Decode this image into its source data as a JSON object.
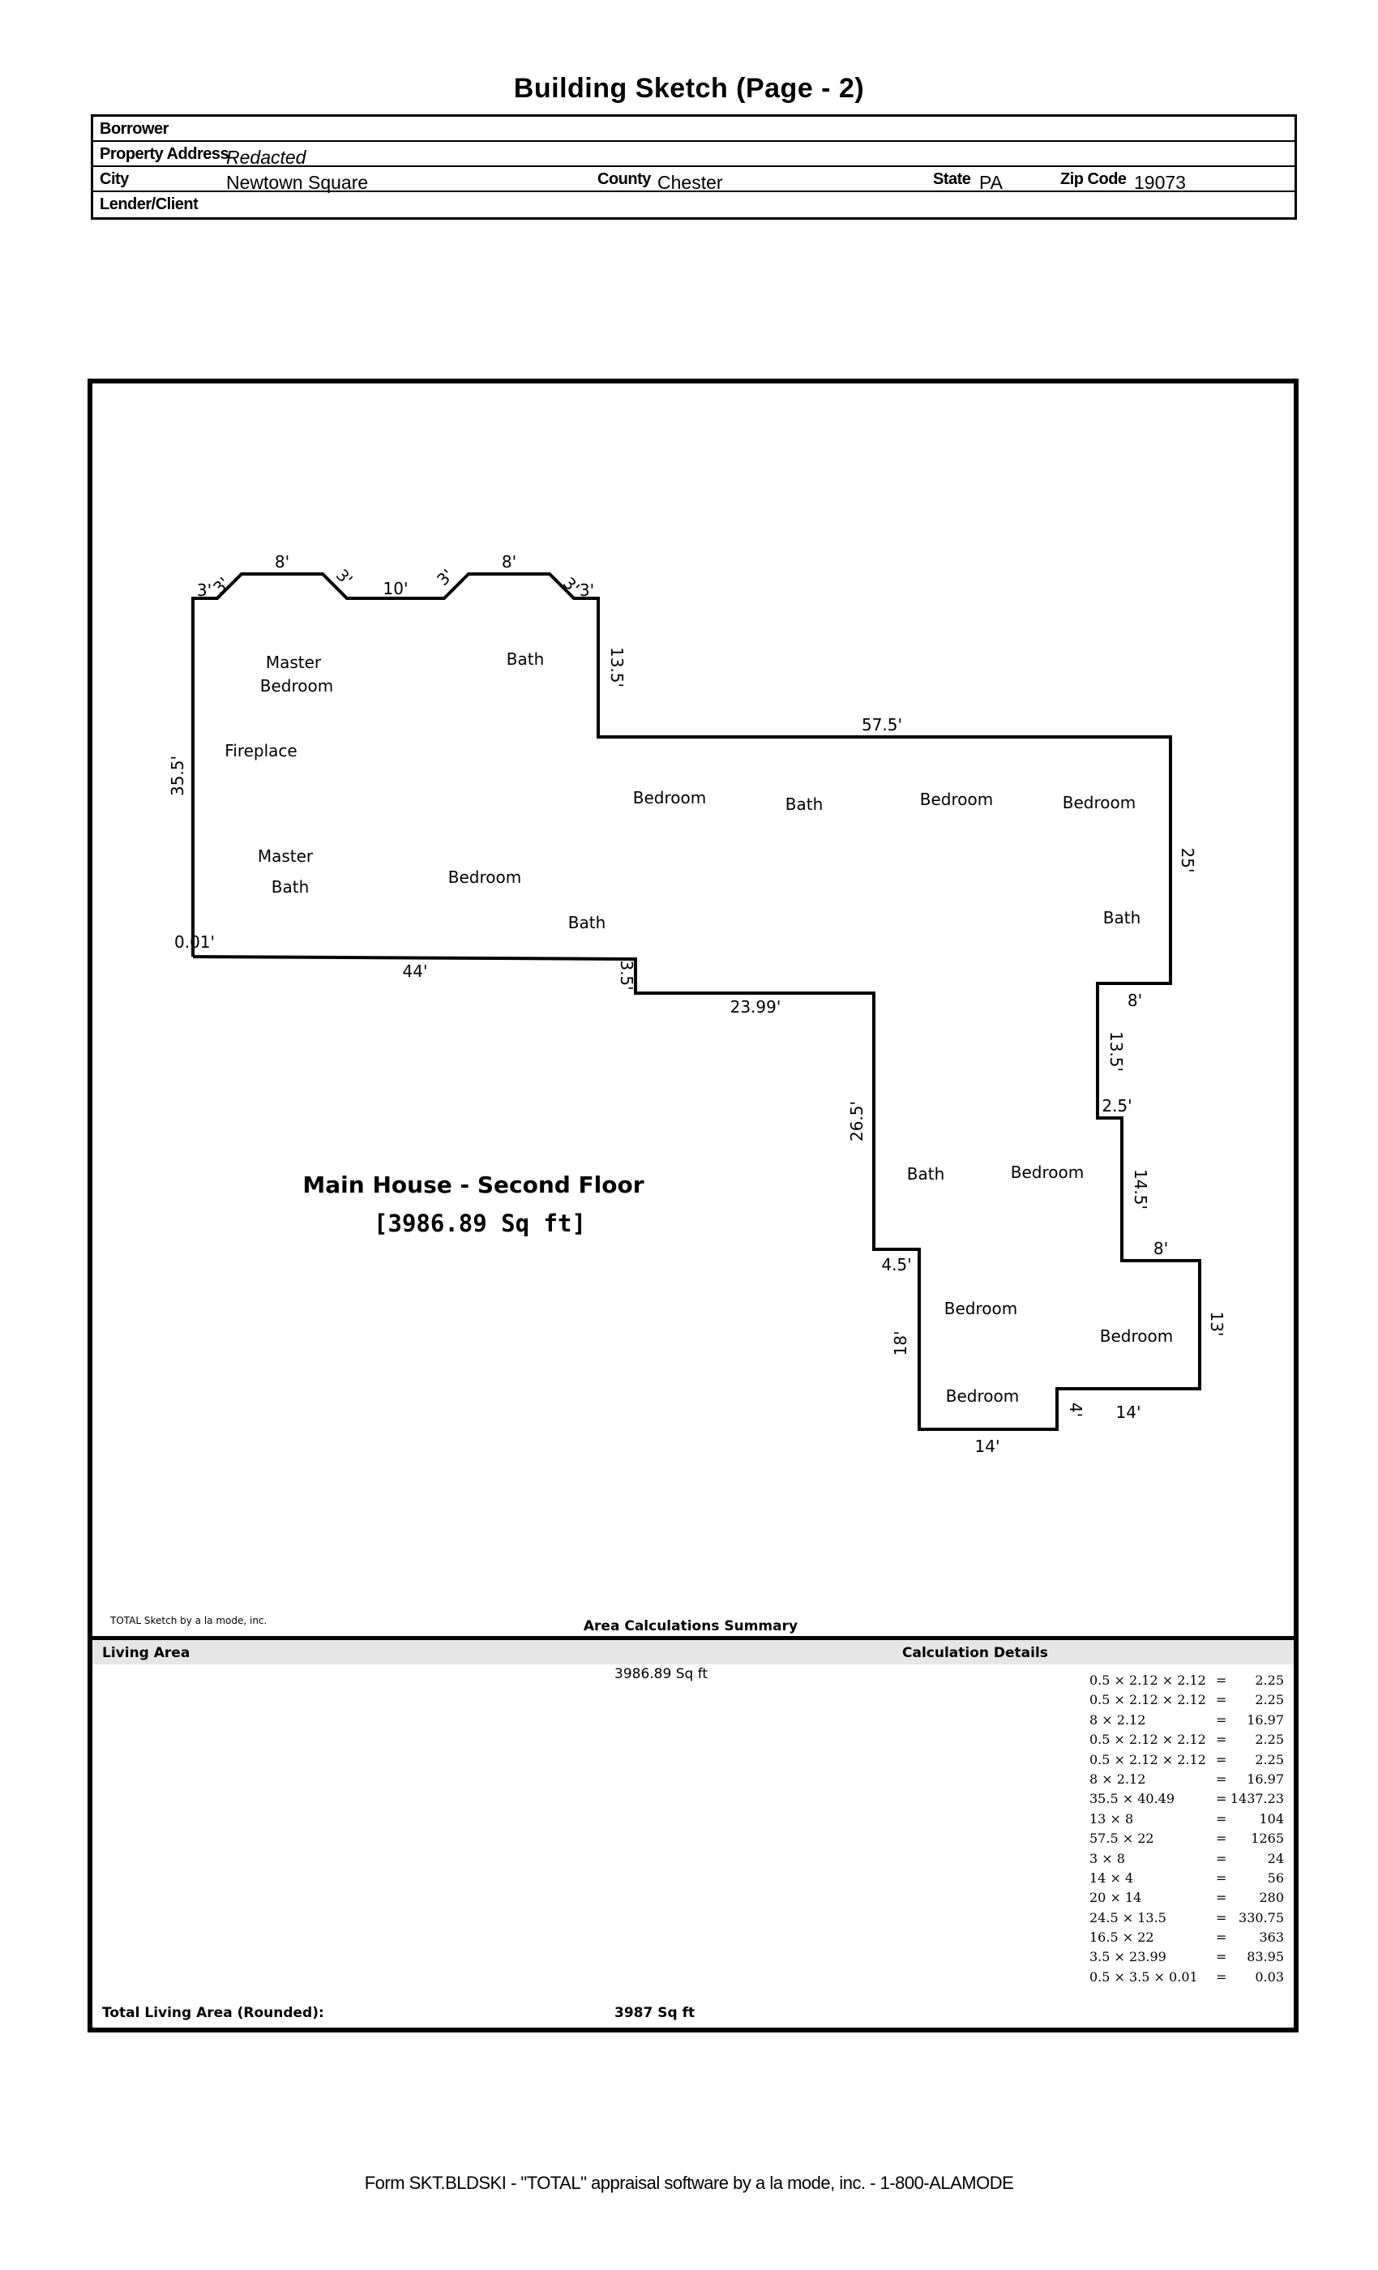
{
  "page_title": "Building Sketch (Page - 2)",
  "header": {
    "borrower_label": "Borrower",
    "borrower_value": "",
    "address_label": "Property Address",
    "address_value": "Redacted",
    "city_label": "City",
    "city_value": "Newtown Square",
    "county_label": "County",
    "county_value": "Chester",
    "state_label": "State",
    "state_value": "PA",
    "zip_label": "Zip Code",
    "zip_value": "19073",
    "lender_label": "Lender/Client",
    "lender_value": ""
  },
  "sketch": {
    "dims": [
      "3'",
      "3'",
      "8'",
      "3'",
      "10'",
      "3'",
      "8'",
      "3'",
      "3'",
      "13.5'",
      "57.5'",
      "25'",
      "8'",
      "13.5'",
      "2.5'",
      "14.5'",
      "8'",
      "13'",
      "14'",
      "4'",
      "14'",
      "18'",
      "4.5'",
      "26.5'",
      "23.99'",
      "3.5'",
      "44'",
      "0.01'",
      "35.5'"
    ],
    "rooms": [
      "Master",
      "Bedroom",
      "Bath",
      "Fireplace",
      "Bedroom",
      "Bath",
      "Bedroom",
      "Bedroom",
      "Master",
      "Bath",
      "Bedroom",
      "Bath",
      "Bath",
      "Bath",
      "Bedroom",
      "Bedroom",
      "Bedroom",
      "Bedroom"
    ],
    "area_name": "Main House - Second Floor",
    "area_value": "[3986.89 Sq ft]",
    "credit": "TOTAL Sketch by a la mode, inc."
  },
  "summary": {
    "title": "Area Calculations Summary",
    "col_living": "Living Area",
    "col_details": "Calculation Details",
    "living_value": "3986.89 Sq ft",
    "calcs": [
      {
        "expr": "0.5 × 2.12 × 2.12",
        "eq": "=",
        "result": "2.25"
      },
      {
        "expr": "0.5 × 2.12 × 2.12",
        "eq": "=",
        "result": "2.25"
      },
      {
        "expr": "8 × 2.12",
        "eq": "=",
        "result": "16.97"
      },
      {
        "expr": "0.5 × 2.12 × 2.12",
        "eq": "=",
        "result": "2.25"
      },
      {
        "expr": "0.5 × 2.12 × 2.12",
        "eq": "=",
        "result": "2.25"
      },
      {
        "expr": "8 × 2.12",
        "eq": "=",
        "result": "16.97"
      },
      {
        "expr": "35.5 × 40.49",
        "eq": "=",
        "result": "1437.23"
      },
      {
        "expr": "13 × 8",
        "eq": "=",
        "result": "104"
      },
      {
        "expr": "57.5 × 22",
        "eq": "=",
        "result": "1265"
      },
      {
        "expr": "3 × 8",
        "eq": "=",
        "result": "24"
      },
      {
        "expr": "14 × 4",
        "eq": "=",
        "result": "56"
      },
      {
        "expr": "20 × 14",
        "eq": "=",
        "result": "280"
      },
      {
        "expr": "24.5 × 13.5",
        "eq": "=",
        "result": "330.75"
      },
      {
        "expr": "16.5 × 22",
        "eq": "=",
        "result": "363"
      },
      {
        "expr": "3.5 × 23.99",
        "eq": "=",
        "result": "83.95"
      },
      {
        "expr": "0.5 × 3.5 × 0.01",
        "eq": "=",
        "result": "0.03"
      }
    ],
    "total_label": "Total Living Area (Rounded):",
    "total_value": "3987 Sq ft"
  },
  "footer": "Form SKT.BLDSKI - \"TOTAL\" appraisal software by a la mode, inc. - 1-800-ALAMODE"
}
